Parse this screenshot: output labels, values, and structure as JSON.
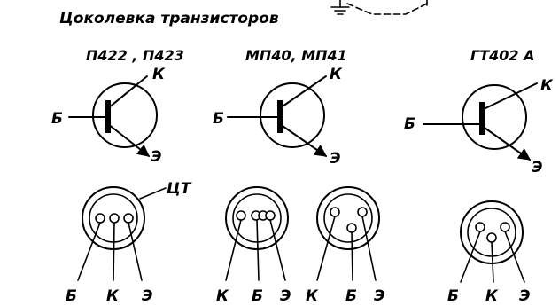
{
  "title": "Цоколевка транзисторов",
  "groups": [
    {
      "model": "П422 , П423",
      "symbol_pins": {
        "base": "Б",
        "collector": "К",
        "emitter": "Э"
      },
      "can_label": "ЦТ",
      "bottom_pins": [
        "Б",
        "К",
        "Э"
      ]
    },
    {
      "model": "МП40, МП41",
      "symbol_pins": {
        "base": "Б",
        "collector": "К",
        "emitter": "Э"
      },
      "bottom_pins_left": [
        "К",
        "Б",
        "Э"
      ],
      "bottom_pins_right": [
        "К",
        "Б",
        "Э"
      ]
    },
    {
      "model": "ГТ402 А",
      "symbol_pins": {
        "base": "Б",
        "collector": "К",
        "emitter": "Э"
      },
      "bottom_pins": [
        "Б",
        "К",
        "Э"
      ]
    }
  ]
}
